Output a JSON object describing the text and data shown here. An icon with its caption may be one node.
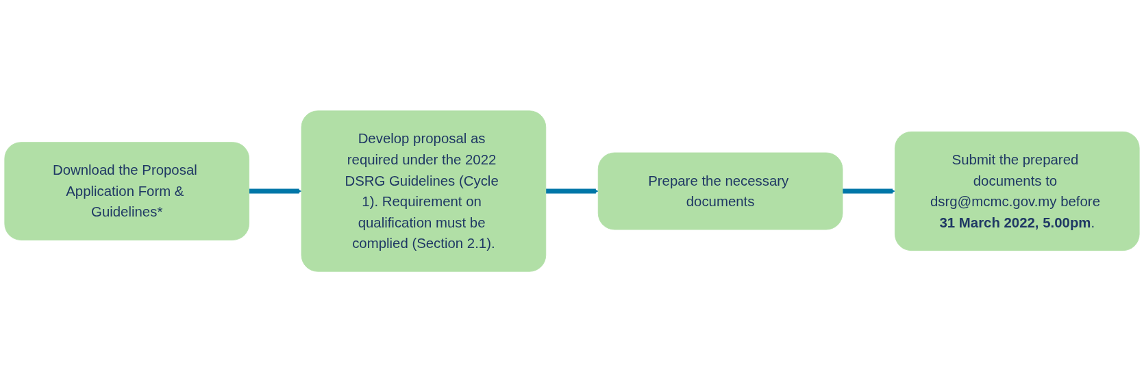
{
  "diagram": {
    "nodes": [
      {
        "text": [
          "Download the Proposal Application Form & Guidelines*"
        ]
      },
      {
        "text": [
          "Develop proposal as required under the 2022 DSRG Guidelines (Cycle 1). Requirement on qualification must be complied (Section 2.1)."
        ]
      },
      {
        "text": [
          "Prepare the necessary documents"
        ]
      },
      {
        "text": [
          "Submit the prepared documents to dsrg@mcmc.gov.my before **31 March 2022, 5.00pm**."
        ]
      }
    ],
    "edges": [
      {
        "from": 0,
        "to": 1,
        "arrow": "to"
      },
      {
        "from": 1,
        "to": 2,
        "arrow": "to"
      },
      {
        "from": 2,
        "to": 3,
        "arrow": "to"
      }
    ]
  }
}
